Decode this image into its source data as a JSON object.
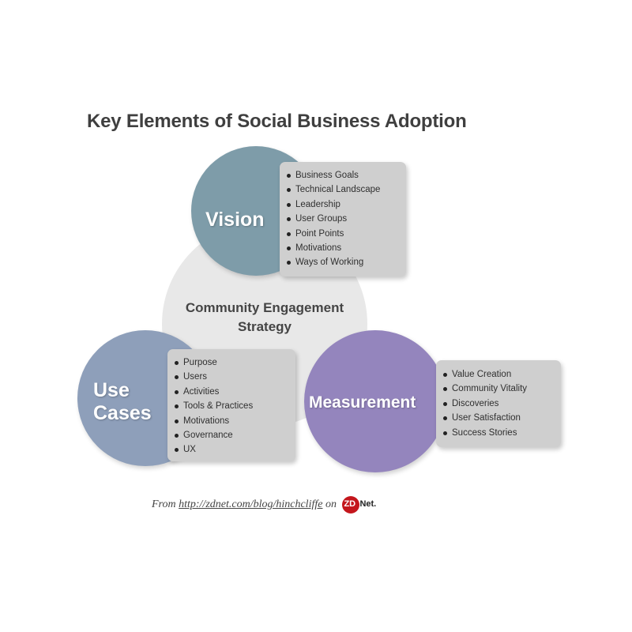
{
  "title": "Key Elements of Social Business Adoption",
  "center": {
    "line1": "Community Engagement",
    "line2": "Strategy"
  },
  "vision": {
    "label": "Vision",
    "color": "#7e9ca9",
    "items": [
      "Business Goals",
      "Technical Landscape",
      "Leadership",
      "User Groups",
      "Point Points",
      "Motivations",
      "Ways of Working"
    ]
  },
  "use_cases": {
    "label_line1": "Use",
    "label_line2": "Cases",
    "color": "#8e9fba",
    "items": [
      "Purpose",
      "Users",
      "Activities",
      "Tools & Practices",
      "Motivations",
      "Governance",
      "UX"
    ]
  },
  "measurement": {
    "label": "Measurement",
    "color": "#9485bd",
    "items": [
      "Value Creation",
      "Community Vitality",
      "Discoveries",
      "User Satisfaction",
      "Success Stories"
    ]
  },
  "source": {
    "prefix": "From",
    "link": "http://zdnet.com/blog/hinchcliffe",
    "on": "on",
    "logo_zd": "ZD",
    "logo_net": "Net."
  }
}
